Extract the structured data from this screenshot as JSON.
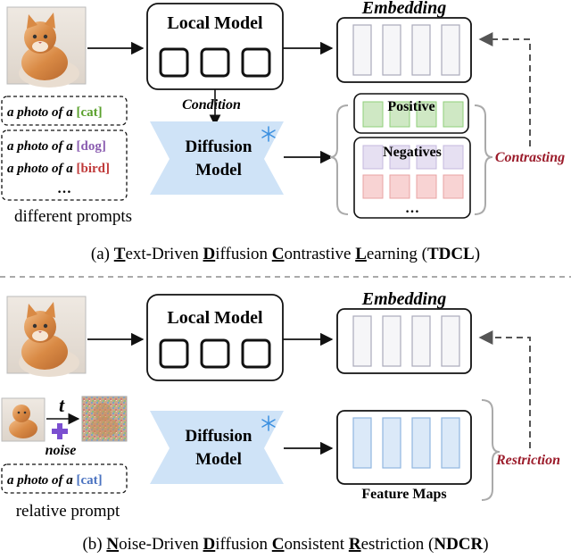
{
  "panel_a": {
    "local_model": "Local Model",
    "embedding": "Embedding",
    "condition": "Condition",
    "diffusion_line1": "Diffusion",
    "diffusion_line2": "Model",
    "positive": "Positive",
    "negatives": "Negatives",
    "contrasting": "Contrasting",
    "prompt_prefix": "a photo of a",
    "prompt_cat": "[cat]",
    "prompt_dog": "[dog]",
    "prompt_bird": "[bird]",
    "ellipsis": "…",
    "prompts_label": "different prompts",
    "caption": {
      "prefix": "(a) ",
      "w1_u": "T",
      "w1_r": "ext-Driven ",
      "w2_u": "D",
      "w2_r": "iffusion ",
      "w3_u": "C",
      "w3_r": "ontrastive ",
      "w4_u": "L",
      "w4_r": "earning (",
      "abbr": "TDCL",
      "suffix": ")"
    }
  },
  "panel_b": {
    "local_model": "Local Model",
    "embedding": "Embedding",
    "t_label": "t",
    "noise": "noise",
    "diffusion_line1": "Diffusion",
    "diffusion_line2": "Model",
    "feature_maps": "Feature Maps",
    "restriction": "Restriction",
    "prompt_prefix": "a photo of a",
    "prompt_cat": "[cat]",
    "prompt_label": "relative prompt",
    "caption": {
      "prefix": "(b) ",
      "w1_u": "N",
      "w1_r": "oise-Driven ",
      "w2_u": "D",
      "w2_r": "iffusion ",
      "w3_u": "C",
      "w3_r": "onsistent ",
      "w4_u": "R",
      "w4_r": "estriction (",
      "abbr": "NDCR",
      "suffix": ")"
    }
  },
  "colors": {
    "diffusion_fill": "#cfe3f7",
    "positive_fill": "#cfe8c4",
    "positive_stroke": "#8fcf7a",
    "negative_purple": "#e6e0f2",
    "negative_pink": "#f8d3d3",
    "negative_pink_stroke": "#e8a3a3",
    "feature_fill": "#dbe9f8",
    "feature_stroke": "#8fb6e0",
    "accent_red": "#9b1b2a",
    "cat_green": "#5aa02c",
    "dog_purple": "#8a5cb0",
    "bird_red": "#c03a3a",
    "cat_blue": "#4a72c0",
    "noise_plus": "#7b4fd0",
    "snowflake": "#3a8fe0"
  }
}
